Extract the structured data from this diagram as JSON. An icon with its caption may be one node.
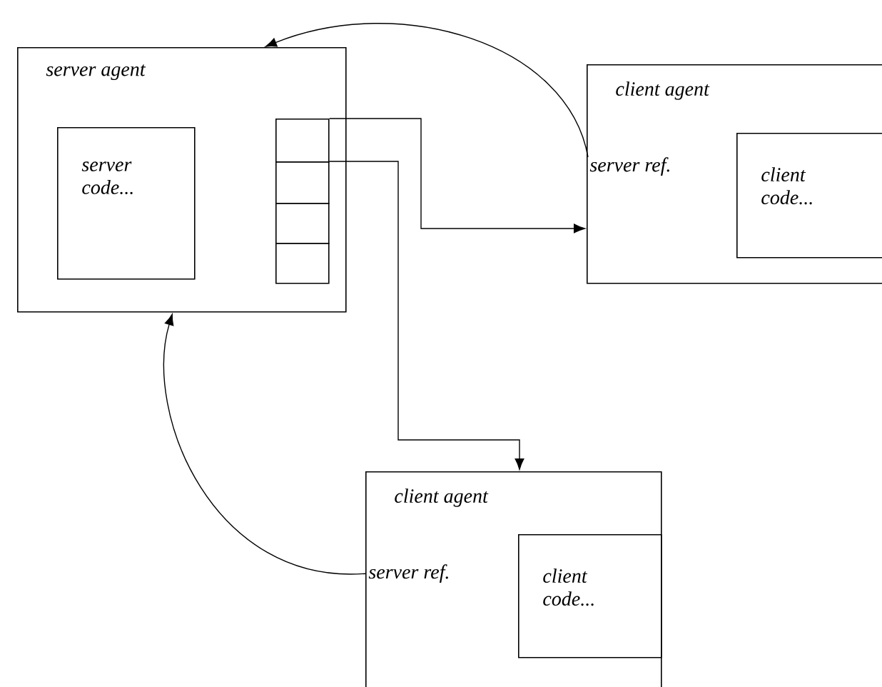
{
  "diagram": {
    "nodes": [
      {
        "text": [
          "server agent"
        ]
      },
      {
        "text": [
          "server code..."
        ],
        "in": 0
      },
      {
        "text": [],
        "shape": "box",
        "in": 0
      },
      {
        "text": [],
        "shape": "box",
        "in": 0
      },
      {
        "text": [],
        "shape": "box",
        "in": 0
      },
      {
        "text": [],
        "shape": "box",
        "in": 0
      },
      {
        "text": [
          "client agent"
        ]
      },
      {
        "text": [
          "server ref."
        ],
        "in": 6
      },
      {
        "text": [
          "client code..."
        ],
        "in": 6
      },
      {
        "text": [
          "client agent"
        ]
      },
      {
        "text": [
          "server ref."
        ],
        "in": 9
      },
      {
        "text": [
          "client code..."
        ],
        "in": 9
      }
    ],
    "edges": [
      {
        "from": 2,
        "to": 6,
        "arrow": "to"
      },
      {
        "from": 3,
        "to": 9,
        "arrow": "to"
      },
      {
        "from": 7,
        "to": 0,
        "arrow": "to"
      },
      {
        "from": 10,
        "to": 0,
        "arrow": "to"
      }
    ]
  }
}
